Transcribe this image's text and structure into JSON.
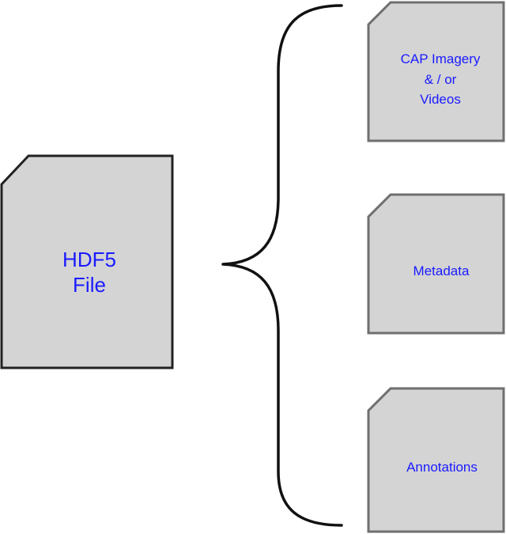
{
  "main_file": {
    "lines": [
      "HDF5",
      "File"
    ]
  },
  "components": [
    {
      "lines": [
        "CAP Imagery",
        "& / or",
        "Videos"
      ]
    },
    {
      "lines": [
        "Metadata"
      ]
    },
    {
      "lines": [
        "Annotations"
      ]
    }
  ],
  "colors": {
    "label_text": "#1a1aff",
    "shape_fill": "#d4d4d4",
    "brace": "#111111"
  }
}
